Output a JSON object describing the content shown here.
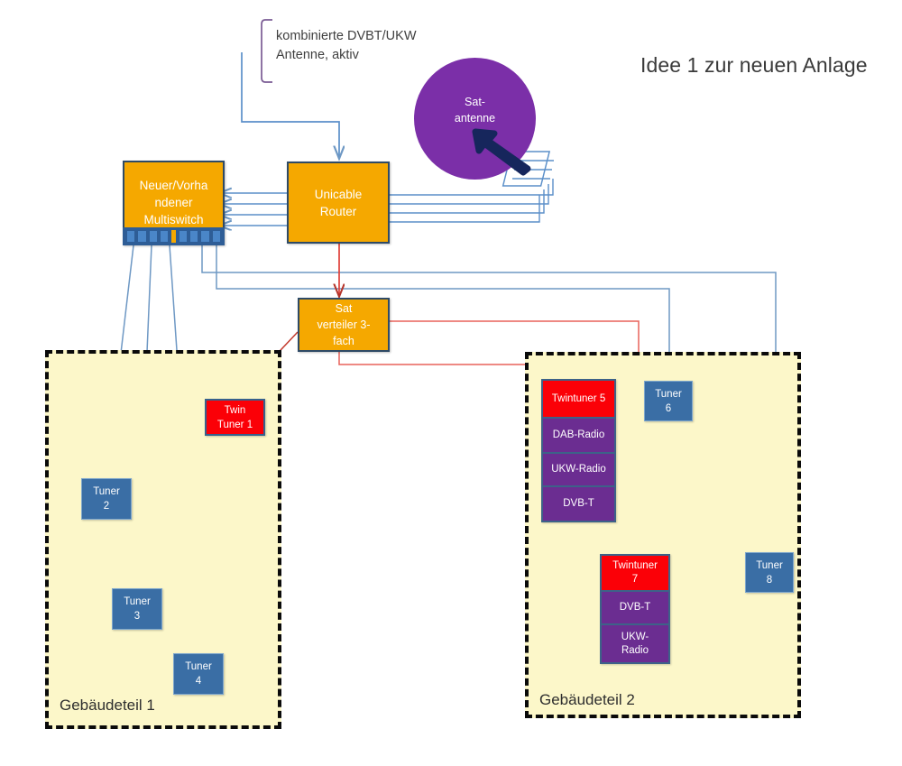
{
  "title": "Idee 1 zur neuen Anlage",
  "antenna_note": "kombinierte DVBT/UKW\nAntenne, aktiv",
  "sat_dish": {
    "label": "Sat-\nantenne",
    "color": "#7b2fa8"
  },
  "devices": {
    "multiswitch": {
      "label": "Neuer/Vorha\nndener\nMultiswitch",
      "color": "#f5a800",
      "ports": 8
    },
    "unicable_router": {
      "label": "Unicable\nRouter",
      "color": "#f5a800"
    },
    "sat_splitter": {
      "label": "Sat\nverteiler 3-\nfach",
      "color": "#f5a800"
    }
  },
  "zones": [
    {
      "id": "zone1",
      "label": "Gebäudeteil 1"
    },
    {
      "id": "zone2",
      "label": "Gebäudeteil 2"
    }
  ],
  "zone1_devices": [
    {
      "name": "twin-tuner-1",
      "label": "Twin\nTuner 1",
      "color": "#fb0007"
    },
    {
      "name": "tuner-2",
      "label": "Tuner\n2",
      "color": "#3a6ea5"
    },
    {
      "name": "tuner-3",
      "label": "Tuner\n3",
      "color": "#3a6ea5"
    },
    {
      "name": "tuner-4",
      "label": "Tuner\n4",
      "color": "#3a6ea5"
    }
  ],
  "zone2_devices": [
    {
      "name": "tuner-6",
      "label": "Tuner\n6",
      "color": "#3a6ea5"
    },
    {
      "name": "tuner-8",
      "label": "Tuner\n8",
      "color": "#3a6ea5"
    }
  ],
  "stack_5": {
    "name": "twintuner-5-stack",
    "rows": [
      {
        "label": "Twintuner 5",
        "color": "#fb0007"
      },
      {
        "label": "DAB-Radio",
        "color": "#6b2d91"
      },
      {
        "label": "UKW-Radio",
        "color": "#6b2d91"
      },
      {
        "label": "DVB-T",
        "color": "#6b2d91"
      }
    ]
  },
  "stack_7": {
    "name": "twintuner-7-stack",
    "rows": [
      {
        "label": "Twintuner\n7",
        "color": "#fb0007"
      },
      {
        "label": "DVB-T",
        "color": "#6b2d91"
      },
      {
        "label": "UKW-\nRadio",
        "color": "#6b2d91"
      }
    ]
  },
  "wire_colors": {
    "signal_blue": "#5b8fc9",
    "sat_red": "#e8332a",
    "bracket_purple": "#7a5b94"
  }
}
